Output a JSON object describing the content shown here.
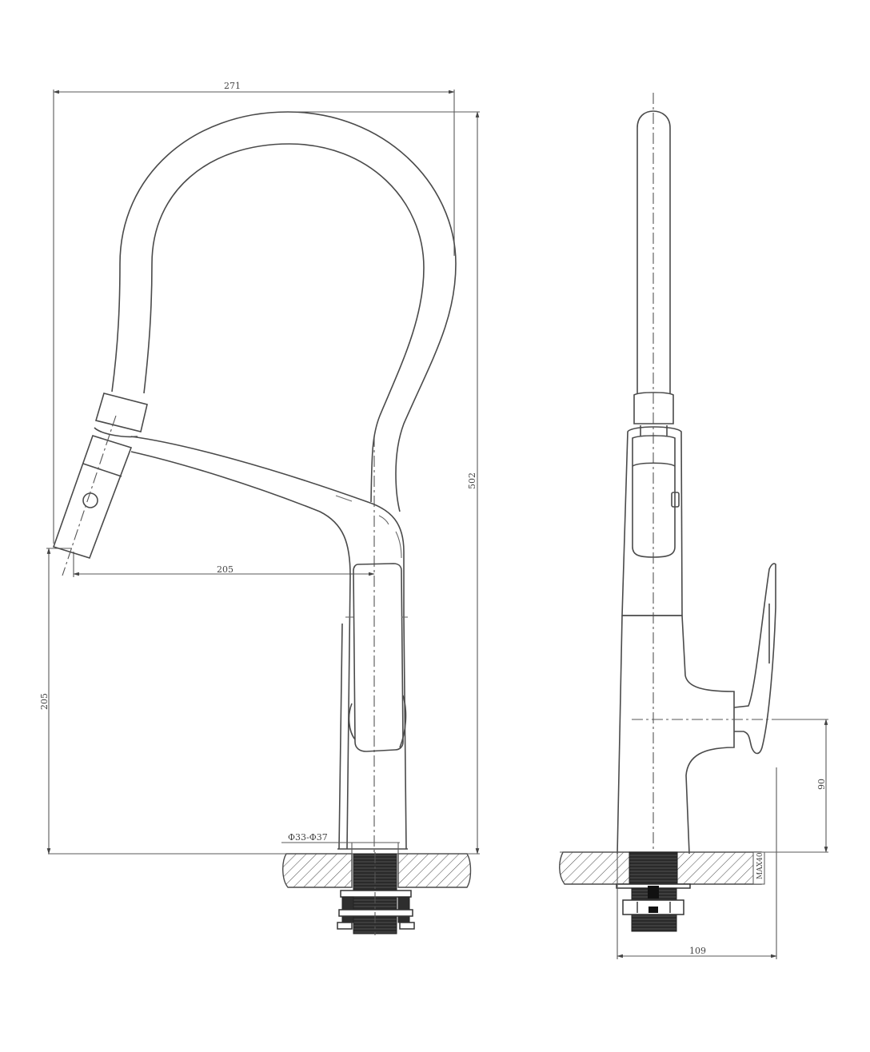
{
  "drawing": {
    "title": "Pull-down kitchen faucet technical drawing",
    "views": [
      "front-view",
      "side-view"
    ],
    "line_color": "#4a4a4a",
    "background": "#ffffff"
  },
  "front_view": {
    "dimensions": {
      "overall_width": "271",
      "overall_height": "502",
      "spout_reach": "205",
      "spout_height": "205",
      "mounting_hole": "Φ33-Φ37"
    }
  },
  "side_view": {
    "dimensions": {
      "handle_height": "90",
      "max_deck_thickness": "MAX40",
      "base_depth": "109"
    }
  }
}
